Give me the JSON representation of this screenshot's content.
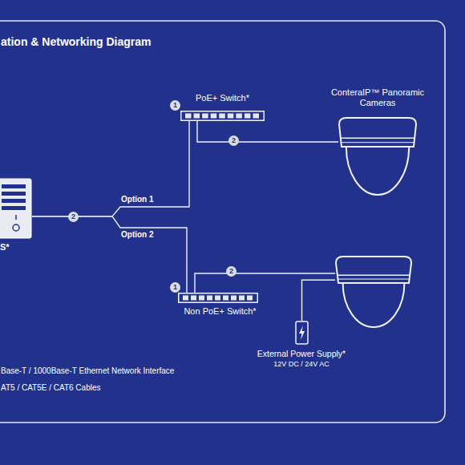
{
  "diagram": {
    "title": "ation & Networking Diagram",
    "nodes": [
      {
        "text": [
          "S*"
        ]
      },
      {
        "text": [
          "PoE+ Switch*"
        ]
      },
      {
        "text": [
          "ConteraIP™ Panoramic Cameras"
        ]
      },
      {
        "text": [
          "Non PoE+ Switch*"
        ]
      },
      {
        "text": []
      },
      {
        "text": [
          "External Power Supply*",
          "12V DC / 24V AC"
        ]
      }
    ],
    "edges": [
      {
        "from": 0,
        "to": 1,
        "label": "Option 1",
        "arrow": "none"
      },
      {
        "from": 0,
        "to": 3,
        "label": "Option 2",
        "arrow": "none"
      },
      {
        "from": 1,
        "to": 2,
        "arrow": "none"
      },
      {
        "from": 3,
        "to": 4,
        "arrow": "none"
      },
      {
        "from": 5,
        "to": 4,
        "arrow": "none"
      }
    ],
    "labels": [
      "1",
      "2",
      "2",
      "2",
      "1",
      "Base-T / 1000Base-T Ethernet Network Interface",
      "AT5 / CAT5E / CAT6 Cables"
    ]
  }
}
